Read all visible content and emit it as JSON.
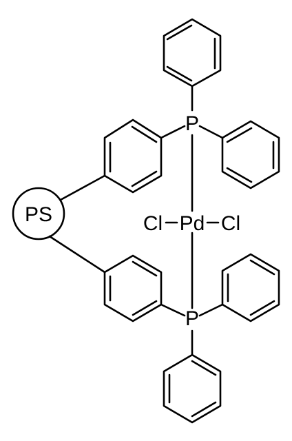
{
  "structure": {
    "support_label": "PS",
    "phosphorus_top": "P",
    "phosphorus_bottom": "P",
    "chlorine_left": "Cl",
    "palladium": "Pd",
    "chlorine_right": "Cl"
  }
}
